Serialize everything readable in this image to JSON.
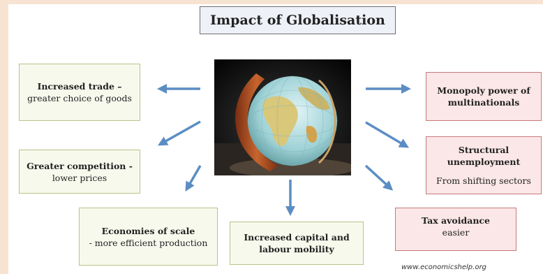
{
  "title": "Impact of Globalisation",
  "left_boxes": {
    "trade": {
      "line1": "Increased trade –",
      "line2": "greater choice of goods"
    },
    "competition": {
      "line1": "Greater competition -",
      "line2": "lower prices"
    },
    "scale": {
      "line1": "Economies of scale",
      "line2": "- more efficient production"
    }
  },
  "bottom_box": {
    "line1": "Increased capital and",
    "line2": "labour mobility"
  },
  "right_boxes": {
    "monopoly": {
      "line1": "Monopoly power of",
      "line2": "multinationals"
    },
    "structural": {
      "line1": "Structural",
      "line2": "unemployment",
      "line3": "From shifting sectors"
    },
    "tax": {
      "line1": "Tax avoidance",
      "line2": "easier"
    }
  },
  "footer": "www.economicshelp.org",
  "colors": {
    "arrow": "#5b8dc4",
    "green_border": "#b7c48a",
    "red_border": "#c9787a"
  }
}
